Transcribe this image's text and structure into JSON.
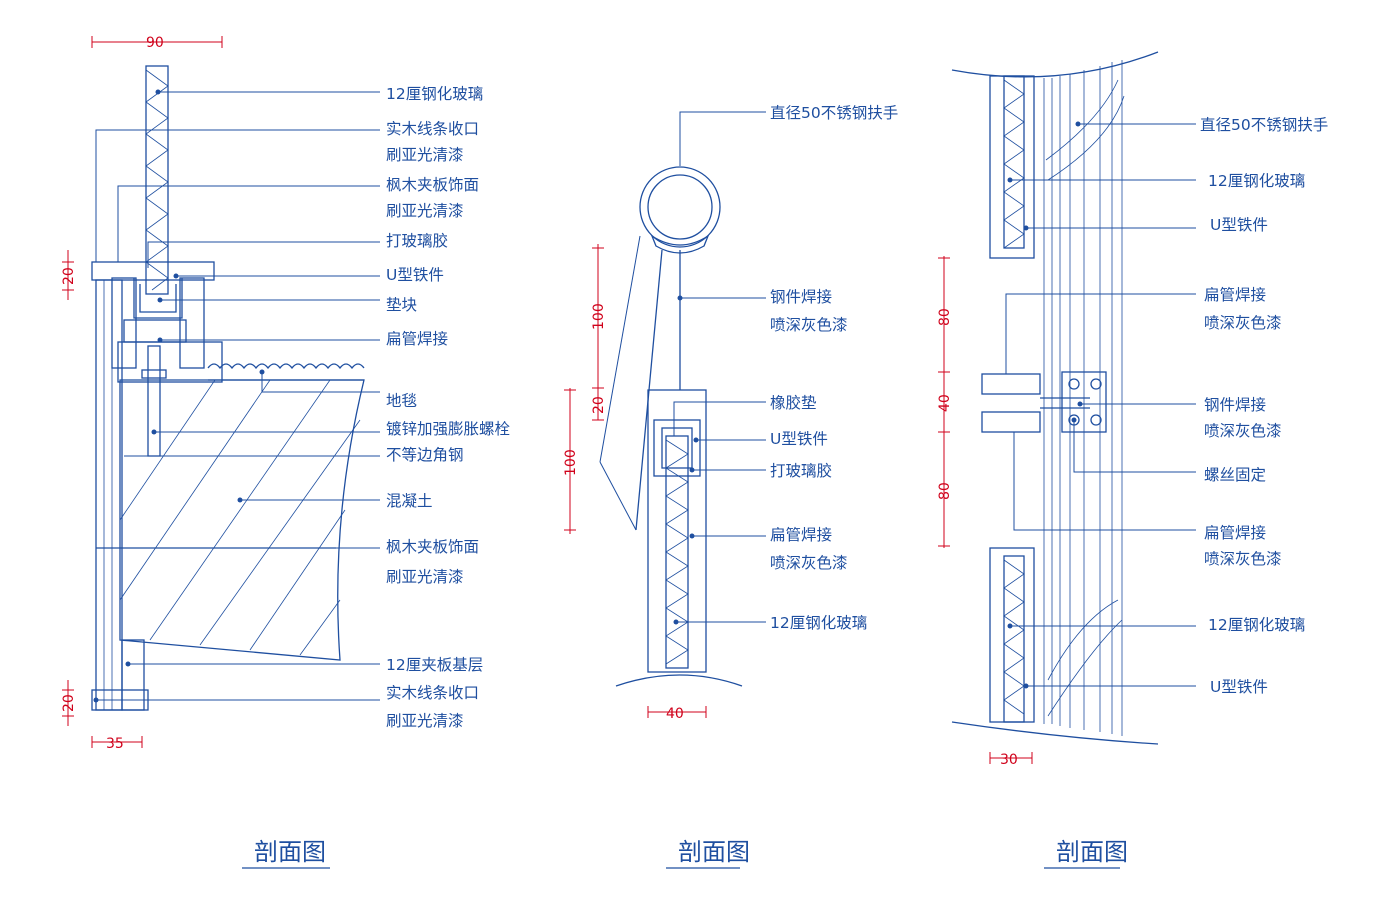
{
  "left_section": {
    "title": "剖面图",
    "labels": [
      "12厘钢化玻璃",
      "实木线条收口",
      "刷亚光清漆",
      "枫木夹板饰面",
      "刷亚光清漆",
      "打玻璃胶",
      "U型铁件",
      "垫块",
      "扁管焊接",
      "地毯",
      "镀锌加强膨胀螺栓",
      "不等边角钢",
      "混凝土",
      "枫木夹板饰面",
      "刷亚光清漆",
      "12厘夹板基层",
      "实木线条收口",
      "刷亚光清漆"
    ],
    "dims": [
      "90",
      "20",
      "20",
      "35"
    ]
  },
  "middle_section": {
    "title": "剖面图",
    "labels": [
      "直径50不锈钢扶手",
      "钢件焊接",
      "喷深灰色漆",
      "橡胶垫",
      "U型铁件",
      "打玻璃胶",
      "扁管焊接",
      "喷深灰色漆",
      "12厘钢化玻璃"
    ],
    "dims": [
      "100",
      "20",
      "100",
      "40"
    ]
  },
  "right_section": {
    "title": "剖面图",
    "labels": [
      "直径50不锈钢扶手",
      "12厘钢化玻璃",
      "U型铁件",
      "扁管焊接",
      "喷深灰色漆",
      "钢件焊接",
      "喷深灰色漆",
      "螺丝固定",
      "扁管焊接",
      "喷深灰色漆",
      "12厘钢化玻璃",
      "U型铁件"
    ],
    "dims": [
      "80",
      "40",
      "80",
      "30"
    ]
  },
  "colors": {
    "line": "#1f4fa0",
    "dimension": "#d0021b",
    "background": "#ffffff"
  }
}
